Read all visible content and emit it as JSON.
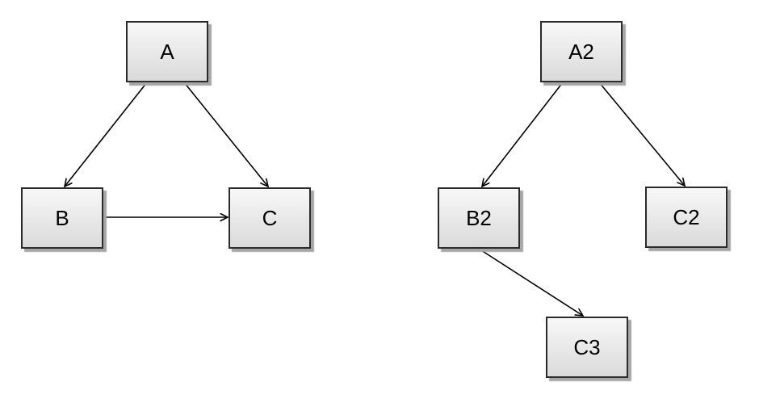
{
  "canvas": {
    "background": "#ffffff"
  },
  "diagram": {
    "style": {
      "node_fill_top": "#f8f8f8",
      "node_fill_bottom": "#dadada",
      "node_border": "#2b2b2b",
      "node_shadow": "#a6a6a6",
      "edge_color": "#000000",
      "label_color": "#000000"
    },
    "left_graph": {
      "nodes": [
        {
          "id": "A",
          "label": "A"
        },
        {
          "id": "B",
          "label": "B"
        },
        {
          "id": "C",
          "label": "C"
        }
      ],
      "edges": [
        {
          "from": "A",
          "to": "B",
          "directed": true
        },
        {
          "from": "A",
          "to": "C",
          "directed": true
        },
        {
          "from": "B",
          "to": "C",
          "directed": true
        }
      ]
    },
    "right_graph": {
      "nodes": [
        {
          "id": "A2",
          "label": "A2"
        },
        {
          "id": "B2",
          "label": "B2"
        },
        {
          "id": "C2",
          "label": "C2"
        },
        {
          "id": "C3",
          "label": "C3"
        }
      ],
      "edges": [
        {
          "from": "A2",
          "to": "B2",
          "directed": true
        },
        {
          "from": "A2",
          "to": "C2",
          "directed": true
        },
        {
          "from": "B2",
          "to": "C3",
          "directed": true
        }
      ]
    }
  }
}
